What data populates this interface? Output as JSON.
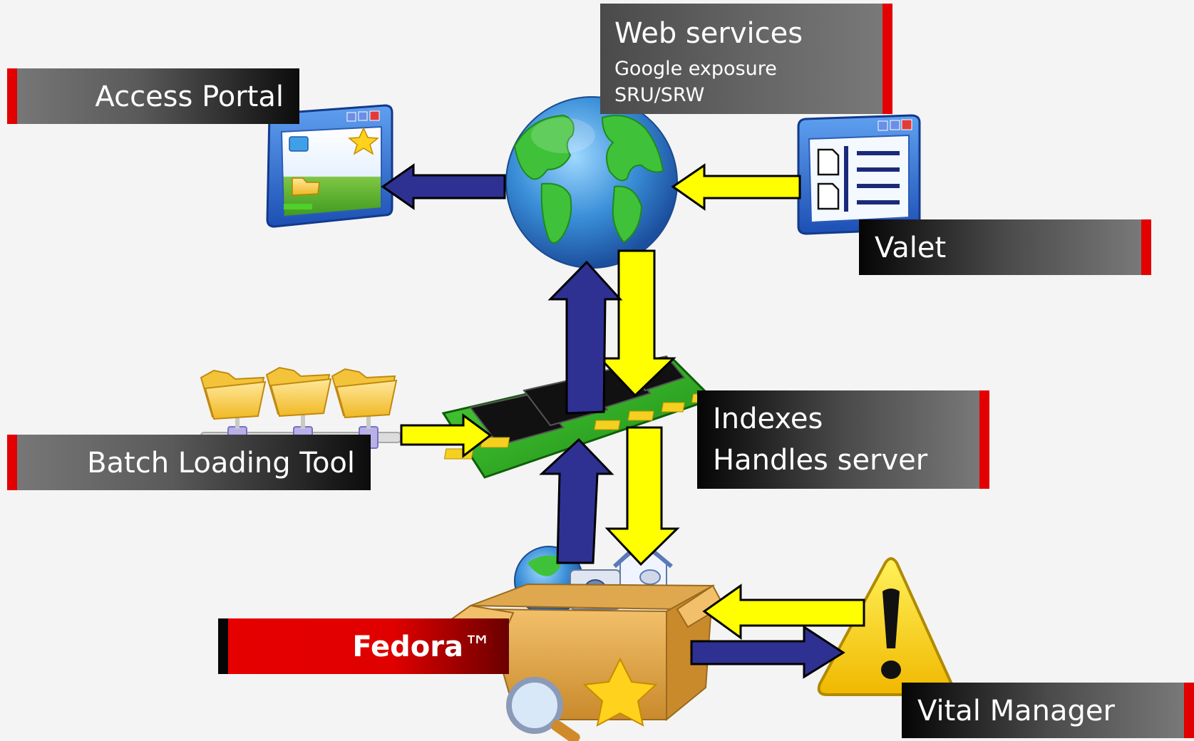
{
  "labels": {
    "access_portal": "Access Portal",
    "web_services": {
      "title": "Web services",
      "lines": [
        "Google exposure",
        "SRU/SRW"
      ]
    },
    "valet": "Valet",
    "batch_loading_tool": "Batch Loading Tool",
    "indexes": {
      "lines": [
        "Indexes",
        "Handles server"
      ]
    },
    "fedora": {
      "name": "Fedora",
      "mark": "™"
    },
    "vital_manager": "Vital Manager"
  },
  "colors": {
    "outgoing_arrow": "#2e3192",
    "incoming_arrow": "#ffff00",
    "label_accent": "#e30000",
    "fedora_label": "#e60000"
  },
  "icons": {
    "access_portal": "browser-window-icon",
    "web_services": "globe-icon",
    "valet": "document-form-window-icon",
    "batch_loading_tool": "network-folders-icon",
    "indexes": "memory-module-icon",
    "fedora": "box-of-resources-icon",
    "vital_manager": "warning-triangle-icon"
  }
}
